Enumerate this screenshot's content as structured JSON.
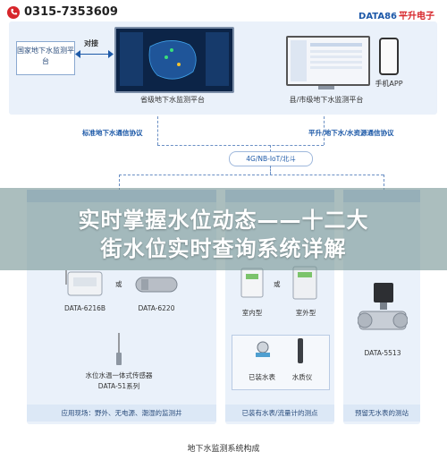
{
  "header": {
    "phone": "0315-7353609",
    "brand": "DATA86",
    "brand_cn": "平升电子"
  },
  "top": {
    "gov_box": "国家地下水监测平台",
    "connect_label": "对接",
    "provincial_caption": "省级地下水监测平台",
    "county_caption": "县/市级地下水监测平台",
    "app_caption": "手机APP"
  },
  "protocols": {
    "left": "标准地下水通信协议",
    "right": "平升/地下水/水资源通信协议",
    "network": "4G/NB-IoT/北斗"
  },
  "banner": {
    "line1": "实时掌握水位动态——十二大",
    "line2": "街水位实时查询系统详解"
  },
  "left_panel": {
    "device1": "DATA-6216B",
    "or1": "或",
    "device2": "DATA-6220",
    "sensor": "水位水温一体式传感器",
    "sensor_series": "DATA-51系列",
    "footer": "应用现场：野外、无电源、潮湿的监测井"
  },
  "mid_panel": {
    "indoor": "室内型",
    "or2": "或",
    "outdoor": "室外型",
    "meter": "已装水表",
    "quality": "水质仪",
    "footer": "已装有水表/流量计的测点"
  },
  "right_panel": {
    "device": "DATA-5513",
    "footer": "预留无水表的测站"
  },
  "caption": "地下水监测系统构成",
  "colors": {
    "accent": "#1e5aa8",
    "brand_red": "#d7262b",
    "panel": "#eaf1fa"
  }
}
